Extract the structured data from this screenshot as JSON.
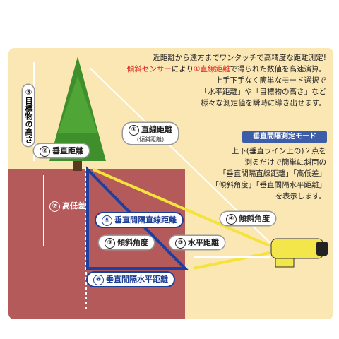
{
  "intro_lines": [
    "近距離から遠方までワンタッチで高精度な距離測定!",
    "傾斜センサーにより①直線距離で得られた数値を高速演算。",
    "上手下手なく簡単なモード選択で",
    "「水平距離」や「目標物の高さ」など",
    "様々な測定値を瞬時に導き出せます。"
  ],
  "intro_red_1": "傾斜センサー",
  "intro_red_2": "①直線距離",
  "mode_title": "垂直間隔測定モード",
  "mode_lines": [
    "上下(垂直ライン上の)２点を",
    "測るだけで簡単に斜面の",
    "「垂直間隔直線距離」「高低差」",
    "「傾斜角度」「垂直間隔水平距離」",
    "を表示します。"
  ],
  "labels": {
    "n1": "①",
    "straight": "直線距離",
    "straight_sub": "(傾斜距離)",
    "n2": "②",
    "vertical": "垂直距離",
    "n3": "③",
    "horizontal": "水平距離",
    "n4": "④",
    "tilt": "傾斜角度",
    "n5": "⑤",
    "target_height": "目標物の高さ",
    "n6": "⑥",
    "vi_straight": "垂直間隔直線距離",
    "n7": "⑦",
    "height_diff": "高低差",
    "n8": "⑧",
    "vi_horizontal": "垂直間隔水平距離",
    "n9": "⑨",
    "tilt2": "傾斜角度"
  },
  "colors": {
    "slope": "#b55a5a",
    "arrow_blue": "#1d3fa0",
    "arrow_yellow": "#f3e33b",
    "tree": "#3f8f2c",
    "trunk": "#5a3a1e",
    "device": "#f2e64a"
  }
}
